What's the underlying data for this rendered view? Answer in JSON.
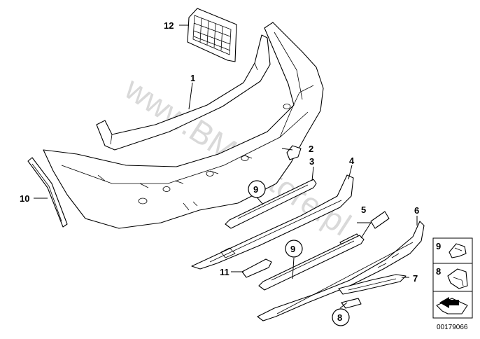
{
  "watermark": "www.BMWstore.pl",
  "diagram_code": "00179066",
  "callouts": {
    "c1": "1",
    "c2": "2",
    "c3": "3",
    "c4": "4",
    "c5": "5",
    "c6": "6",
    "c7": "7",
    "c8": "8",
    "c9a": "9",
    "c9b": "9",
    "c10": "10",
    "c11": "11",
    "c12": "12"
  },
  "legend": {
    "item9": "9",
    "item8": "8"
  },
  "colors": {
    "line": "#000000",
    "watermark": "#d9d9d9",
    "background": "#ffffff"
  }
}
